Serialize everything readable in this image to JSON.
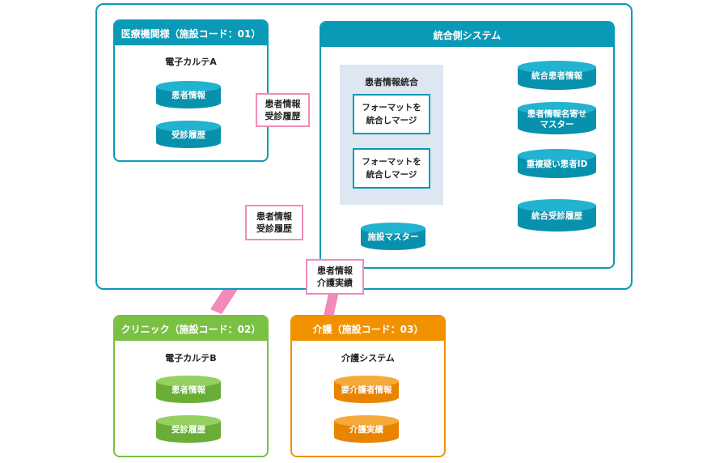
{
  "colors": {
    "teal": "#0a9ab7",
    "green": "#7ac143",
    "orange": "#f29100",
    "pink": "#f28aba",
    "gray_arrow": "#999999",
    "integration_bg": "#dde6f1"
  },
  "hospital": {
    "title": "医療機関様（施設コード：01）",
    "system": "電子カルテA",
    "items": [
      "患者情報",
      "受診履歴"
    ]
  },
  "integration": {
    "title": "統合側システム",
    "group_title": "患者情報統合",
    "merge_boxes": [
      "フォーマットを\n統合しマージ",
      "フォーマットを\n統合しマージ"
    ],
    "facility_master": "施設マスター",
    "outputs": [
      "統合患者情報",
      "患者情報名寄せ\nマスター",
      "重複疑い患者ID",
      "統合受診履歴"
    ]
  },
  "clinic": {
    "title": "クリニック（施設コード：02）",
    "system": "電子カルテB",
    "items": [
      "患者情報",
      "受診履歴"
    ]
  },
  "care": {
    "title": "介護（施設コード：03）",
    "system": "介護システム",
    "items": [
      "要介護者情報",
      "介護実績"
    ]
  },
  "flow_labels": {
    "hospital": "患者情報\n受診履歴",
    "clinic": "患者情報\n受診履歴",
    "care": "患者情報\n介護実績"
  }
}
